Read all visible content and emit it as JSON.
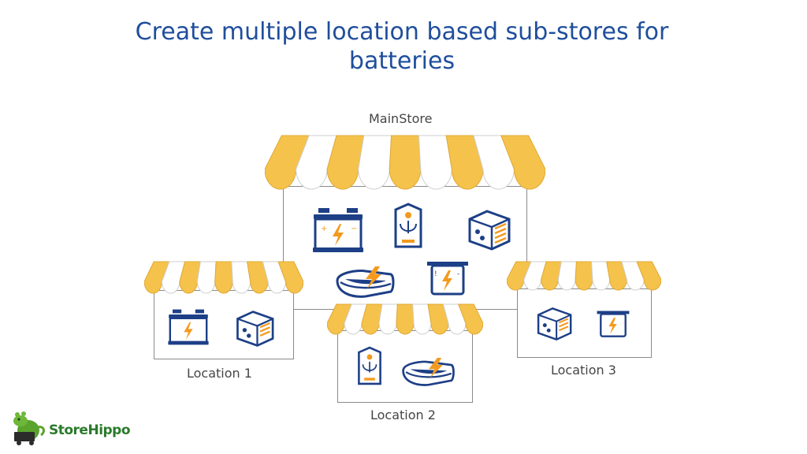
{
  "title": {
    "line1": "Create multiple location based sub-stores for",
    "line2": "batteries"
  },
  "stores": {
    "main": {
      "label": "MainStore"
    },
    "location1": {
      "label": "Location 1"
    },
    "location2": {
      "label": "Location 2"
    },
    "location3": {
      "label": "Location 3"
    }
  },
  "brand": {
    "name": "StoreHippo"
  },
  "colors": {
    "awning_yellow": "#f5c24c",
    "awning_edge": "#e0a935",
    "icon_blue": "#1d3f86",
    "icon_orange": "#f39a1e",
    "title_blue": "#1f4e9c"
  },
  "icons": {
    "main": [
      "car-battery-icon",
      "inverter-icon",
      "ups-icon",
      "tubular-battery-icon",
      "battery-icon"
    ],
    "location1": [
      "car-battery-icon",
      "ups-icon"
    ],
    "location2": [
      "inverter-icon",
      "tubular-battery-icon"
    ],
    "location3": [
      "ups-icon",
      "battery-icon"
    ]
  }
}
